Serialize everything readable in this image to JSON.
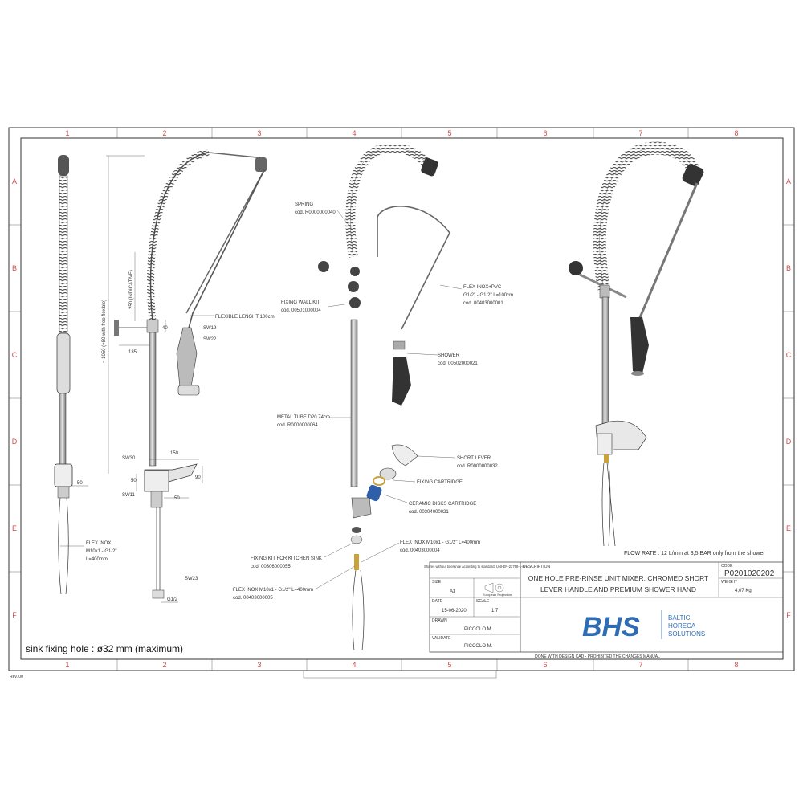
{
  "grid": {
    "columns": [
      "1",
      "2",
      "3",
      "4",
      "5",
      "6",
      "7",
      "8"
    ],
    "rows": [
      "A",
      "B",
      "C",
      "D",
      "E",
      "F"
    ],
    "revision": "Rev. 00"
  },
  "dims": {
    "height": "~ 1050 (+80 with free flexible)",
    "indicative": "250 (INDICATIVE)",
    "d40": "40",
    "d135": "135",
    "d150": "150",
    "d50a": "50",
    "d90": "90",
    "d50b": "50",
    "d50c": "50",
    "sw19": "SW19",
    "sw22": "SW22",
    "sw30": "SW30",
    "sw11": "SW11",
    "sw23": "SW23",
    "g12": "G1/2",
    "flexible": "FLEXIBLE LENGHT 100cm"
  },
  "flex_left": {
    "l1": "FLEX INOX",
    "l2": "M10x1 - G1/2\"",
    "l3": "L=400mm"
  },
  "sink_note": "sink fixing hole : ø32 mm (maximum)",
  "flow_rate": "FLOW RATE : 12 L/min at 3,5 BAR only from the shower",
  "parts": {
    "spring_name": "SPRING",
    "spring_code": "cod. R0000000040",
    "wall_name": "FIXING WALL KIT",
    "wall_code": "cod. 00501000004",
    "flexpvc_name": "FLEX INOX+PVC",
    "flexpvc_spec": "G1/2\" - G1/2\" L=100cm",
    "flexpvc_code": "cod. 00403000001",
    "shower_name": "SHOWER",
    "shower_code": "cod. 00502000021",
    "tube_name": "METAL TUBE D20 74cm",
    "tube_code": "cod. R0000000064",
    "lever_name": "SHORT LEVER",
    "lever_code": "cod. R0000000032",
    "cartridge_name": "FIXING CARTRIDGE",
    "ceramic_name": "CERAMIC DISKS CARTRIDGE",
    "ceramic_code": "cod. 00304000021",
    "flexm_name": "FLEX INOX M10x1 - G1/2\" L=400mm",
    "flexm_code": "cod. 00403000004",
    "sinkkit_name": "FIXING KIT FOR KITCHEN SINK",
    "sinkkit_code": "cod. 00306000055",
    "flexm2_name": "FLEX INOX M10x1 - G1/2\" L=400mm",
    "flexm2_code": "cod. 00403000005"
  },
  "title_block": {
    "tolerance": "Shares without tolerance according to standard: UNI-EN-22768-1-m",
    "size_label": "SIZE",
    "size": "A3",
    "projection": "European Projection",
    "date_label": "DATE",
    "date": "15-06-2020",
    "scale_label": "SCALE",
    "scale": "1:7",
    "drawn_label": "DRAWN",
    "drawn": "PICCOLO M.",
    "validate_label": "VALIDATE",
    "validate": "PICCOLO M.",
    "desc_label": "DESCRIPTION",
    "desc1": "ONE HOLE PRE-RINSE UNIT MIXER, CHROMED SHORT",
    "desc2": "LEVER HANDLE AND PREMIUM SHOWER HAND",
    "code_label": "CODE",
    "code": "P0201020202",
    "weight_label": "WEIGHT",
    "weight": "4,07 Kg",
    "logo": "BHS",
    "company1": "BALTIC",
    "company2": "HORECA",
    "company3": "SOLUTIONS",
    "footer": "DONE WITH DESIGN CAD - PROHIBITED THE CHANGES MANUAL"
  },
  "colors": {
    "grid_index": "#d04a4a",
    "logo_blue": "#2e6db4",
    "cartridge_blue": "#2f5fa8",
    "brass": "#c9a23a"
  }
}
